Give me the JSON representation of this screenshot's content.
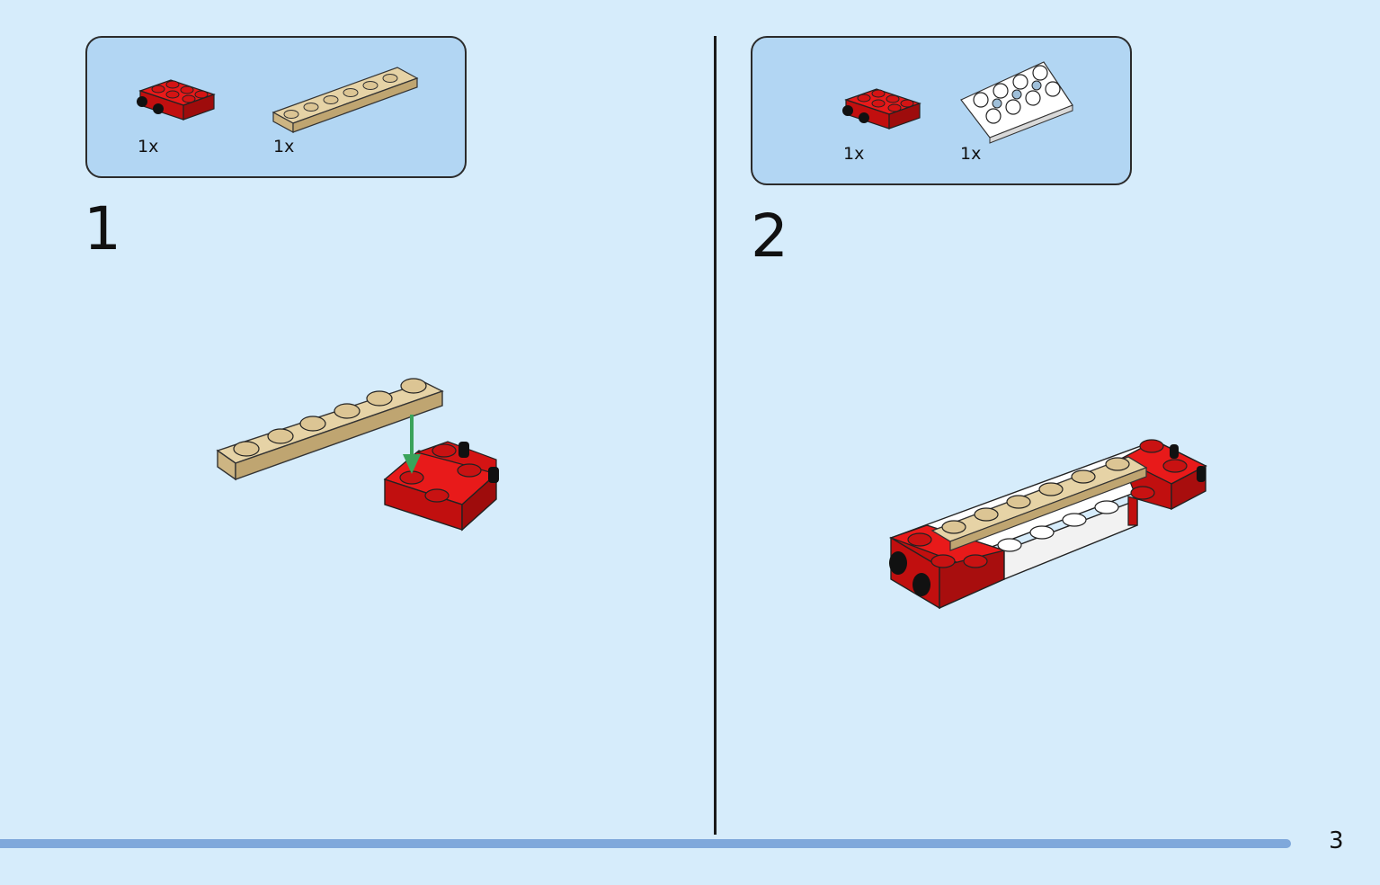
{
  "steps": [
    {
      "number": "1",
      "parts": [
        {
          "qty": "1x",
          "name": "red-wheel-holder-plate"
        },
        {
          "qty": "1x",
          "name": "tan-1x6-plate"
        }
      ]
    },
    {
      "number": "2",
      "parts": [
        {
          "qty": "1x",
          "name": "red-wheel-holder-plate"
        },
        {
          "qty": "1x",
          "name": "white-2x4-plate"
        }
      ]
    }
  ],
  "page_number": "3",
  "colors": {
    "background": "#d6ecfb",
    "parts_box": "#b2d6f3",
    "brick_red": "#d41414",
    "brick_tan": "#dcc594",
    "brick_white": "#ffffff",
    "arrow_green": "#3aa35a",
    "progress_bar": "#7fa8db"
  }
}
